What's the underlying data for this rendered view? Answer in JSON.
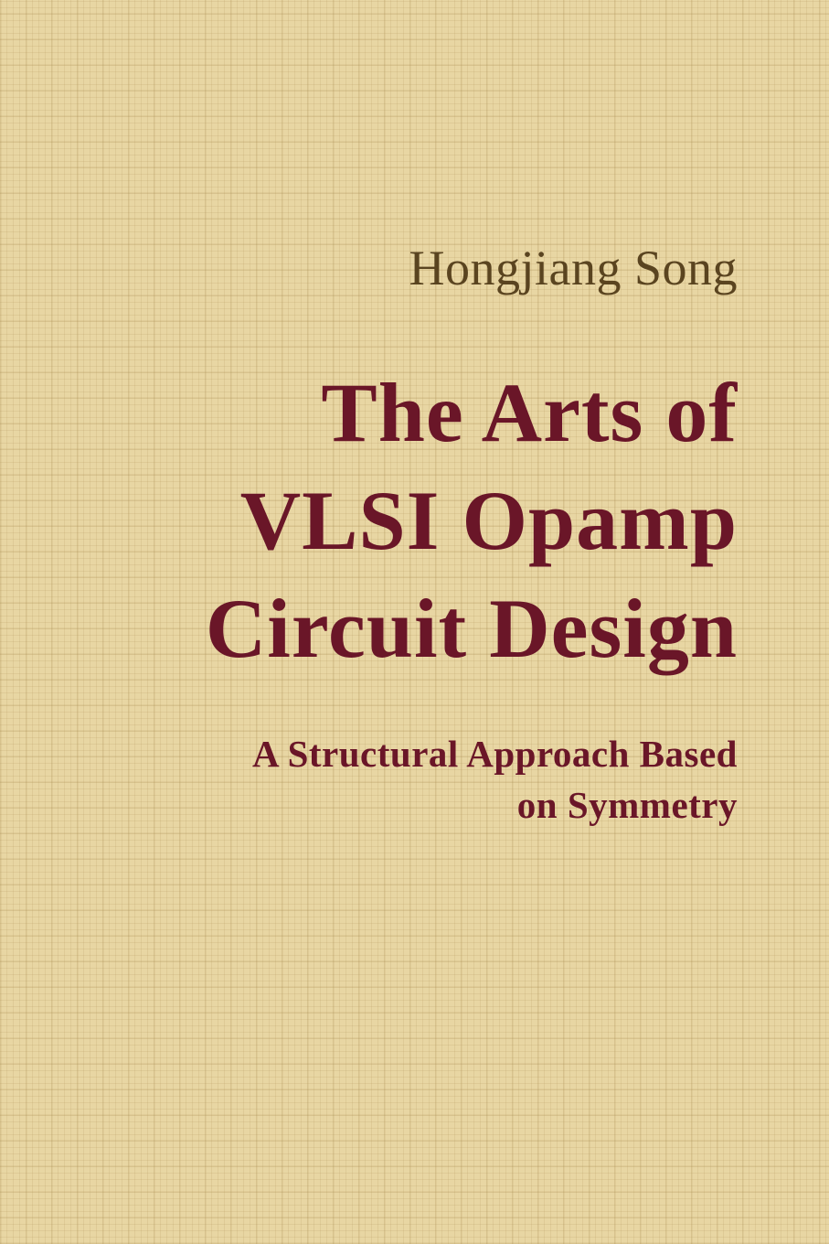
{
  "cover": {
    "author": "Hongjiang Song",
    "title_lines": [
      "The Arts of",
      "VLSI Opamp",
      "Circuit Design"
    ],
    "subtitle_lines": [
      "A Structural Approach Based",
      "on Symmetry"
    ],
    "colors": {
      "background": "#e8d6a3",
      "title": "#6a1628",
      "author": "#5a4420"
    }
  }
}
